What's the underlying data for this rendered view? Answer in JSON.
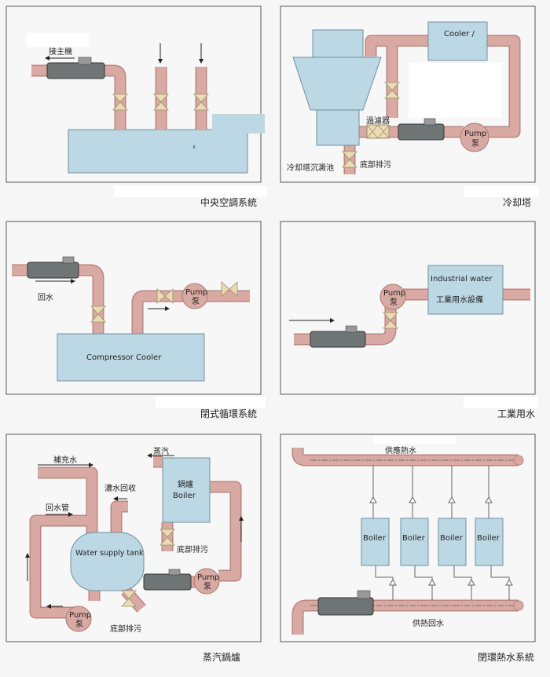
{
  "colors": {
    "pipe": "#d9aaa3",
    "tank": "#bcd8e4",
    "valve": "#eadbb2",
    "meter": "#6f7474"
  },
  "panels": [
    {
      "caption": "中央空調系統",
      "labels": {
        "to_main": "接主機",
        "mark": "‹"
      }
    },
    {
      "caption": "冷却塔",
      "labels": {
        "cooler": "Cooler /",
        "filter": "過濾器",
        "pump": "Pump",
        "pump_cn": "泵",
        "drain": "底部排污",
        "basin": "冷却塔沉澱池"
      }
    },
    {
      "caption": "閉式循環系統",
      "labels": {
        "return": "回水",
        "tank": "Compressor Cooler",
        "pump": "Pump",
        "pump_cn": "泵"
      }
    },
    {
      "caption": "工業用水",
      "labels": {
        "equip_en": "Industrial water",
        "equip_cn": "工業用水設備",
        "pump": "Pump",
        "pump_cn": "泵"
      }
    },
    {
      "caption": "蒸汽鍋爐",
      "labels": {
        "steam": "蒸汽",
        "makeup": "補充水",
        "condensate": "濃水回收",
        "return_pipe": "回水管",
        "boiler_cn": "鍋爐",
        "boiler_en": "Boiler",
        "drain1": "底部排污",
        "drain2": "底部排污",
        "tank": "Water supply tank",
        "pump": "Pump",
        "pump_cn": "泵"
      }
    },
    {
      "caption": "閉環熱水系統",
      "labels": {
        "supply": "供應熱水",
        "return": "供熱回水",
        "boiler": "Boiler"
      }
    }
  ]
}
